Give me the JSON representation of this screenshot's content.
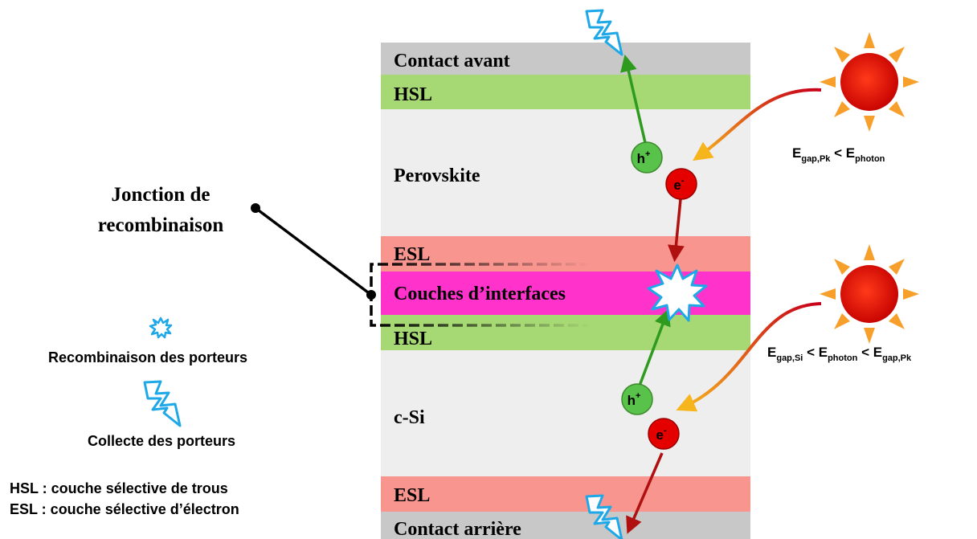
{
  "layers": {
    "contact_front": "Contact avant",
    "hsl_top": "HSL",
    "perovskite": "Perovskite",
    "esl_top": "ESL",
    "interfaces": "Couches d’interfaces",
    "hsl_bottom": "HSL",
    "csi": "c-Si",
    "esl_bottom": "ESL",
    "contact_back": "Contact arrière"
  },
  "junction_label": {
    "line1": "Jonction de",
    "line2": "recombinaison"
  },
  "carriers": {
    "hole_base": "h",
    "hole_sup": "+",
    "electron_base": "e",
    "electron_sup": "-"
  },
  "photon_top": {
    "e1": "E",
    "e1_sub": "gap,Pk",
    "op": " < ",
    "e2": "E",
    "e2_sub": "photon"
  },
  "photon_bottom": {
    "e1": "E",
    "e1_sub": "gap,Si",
    "op1": " < ",
    "e2": "E",
    "e2_sub": "photon",
    "op2": " < ",
    "e3": "E",
    "e3_sub": "gap,Pk"
  },
  "legend": {
    "recombination": "Recombinaison des porteurs",
    "collection": "Collecte des porteurs",
    "hsl_def": "HSL : couche sélective de trous",
    "esl_def": "ESL : couche sélective d’électron"
  },
  "colors": {
    "contact": "#c8c8c8",
    "hsl": "#a6d874",
    "bulk": "#eeeeee",
    "esl": "#f9958f",
    "interface": "#ff33cc",
    "hole": "#58c24a",
    "electron": "#e50000",
    "green_arrow": "#2e9b1e",
    "red_arrow": "#b01010",
    "lightning": "#1fa8e8"
  }
}
